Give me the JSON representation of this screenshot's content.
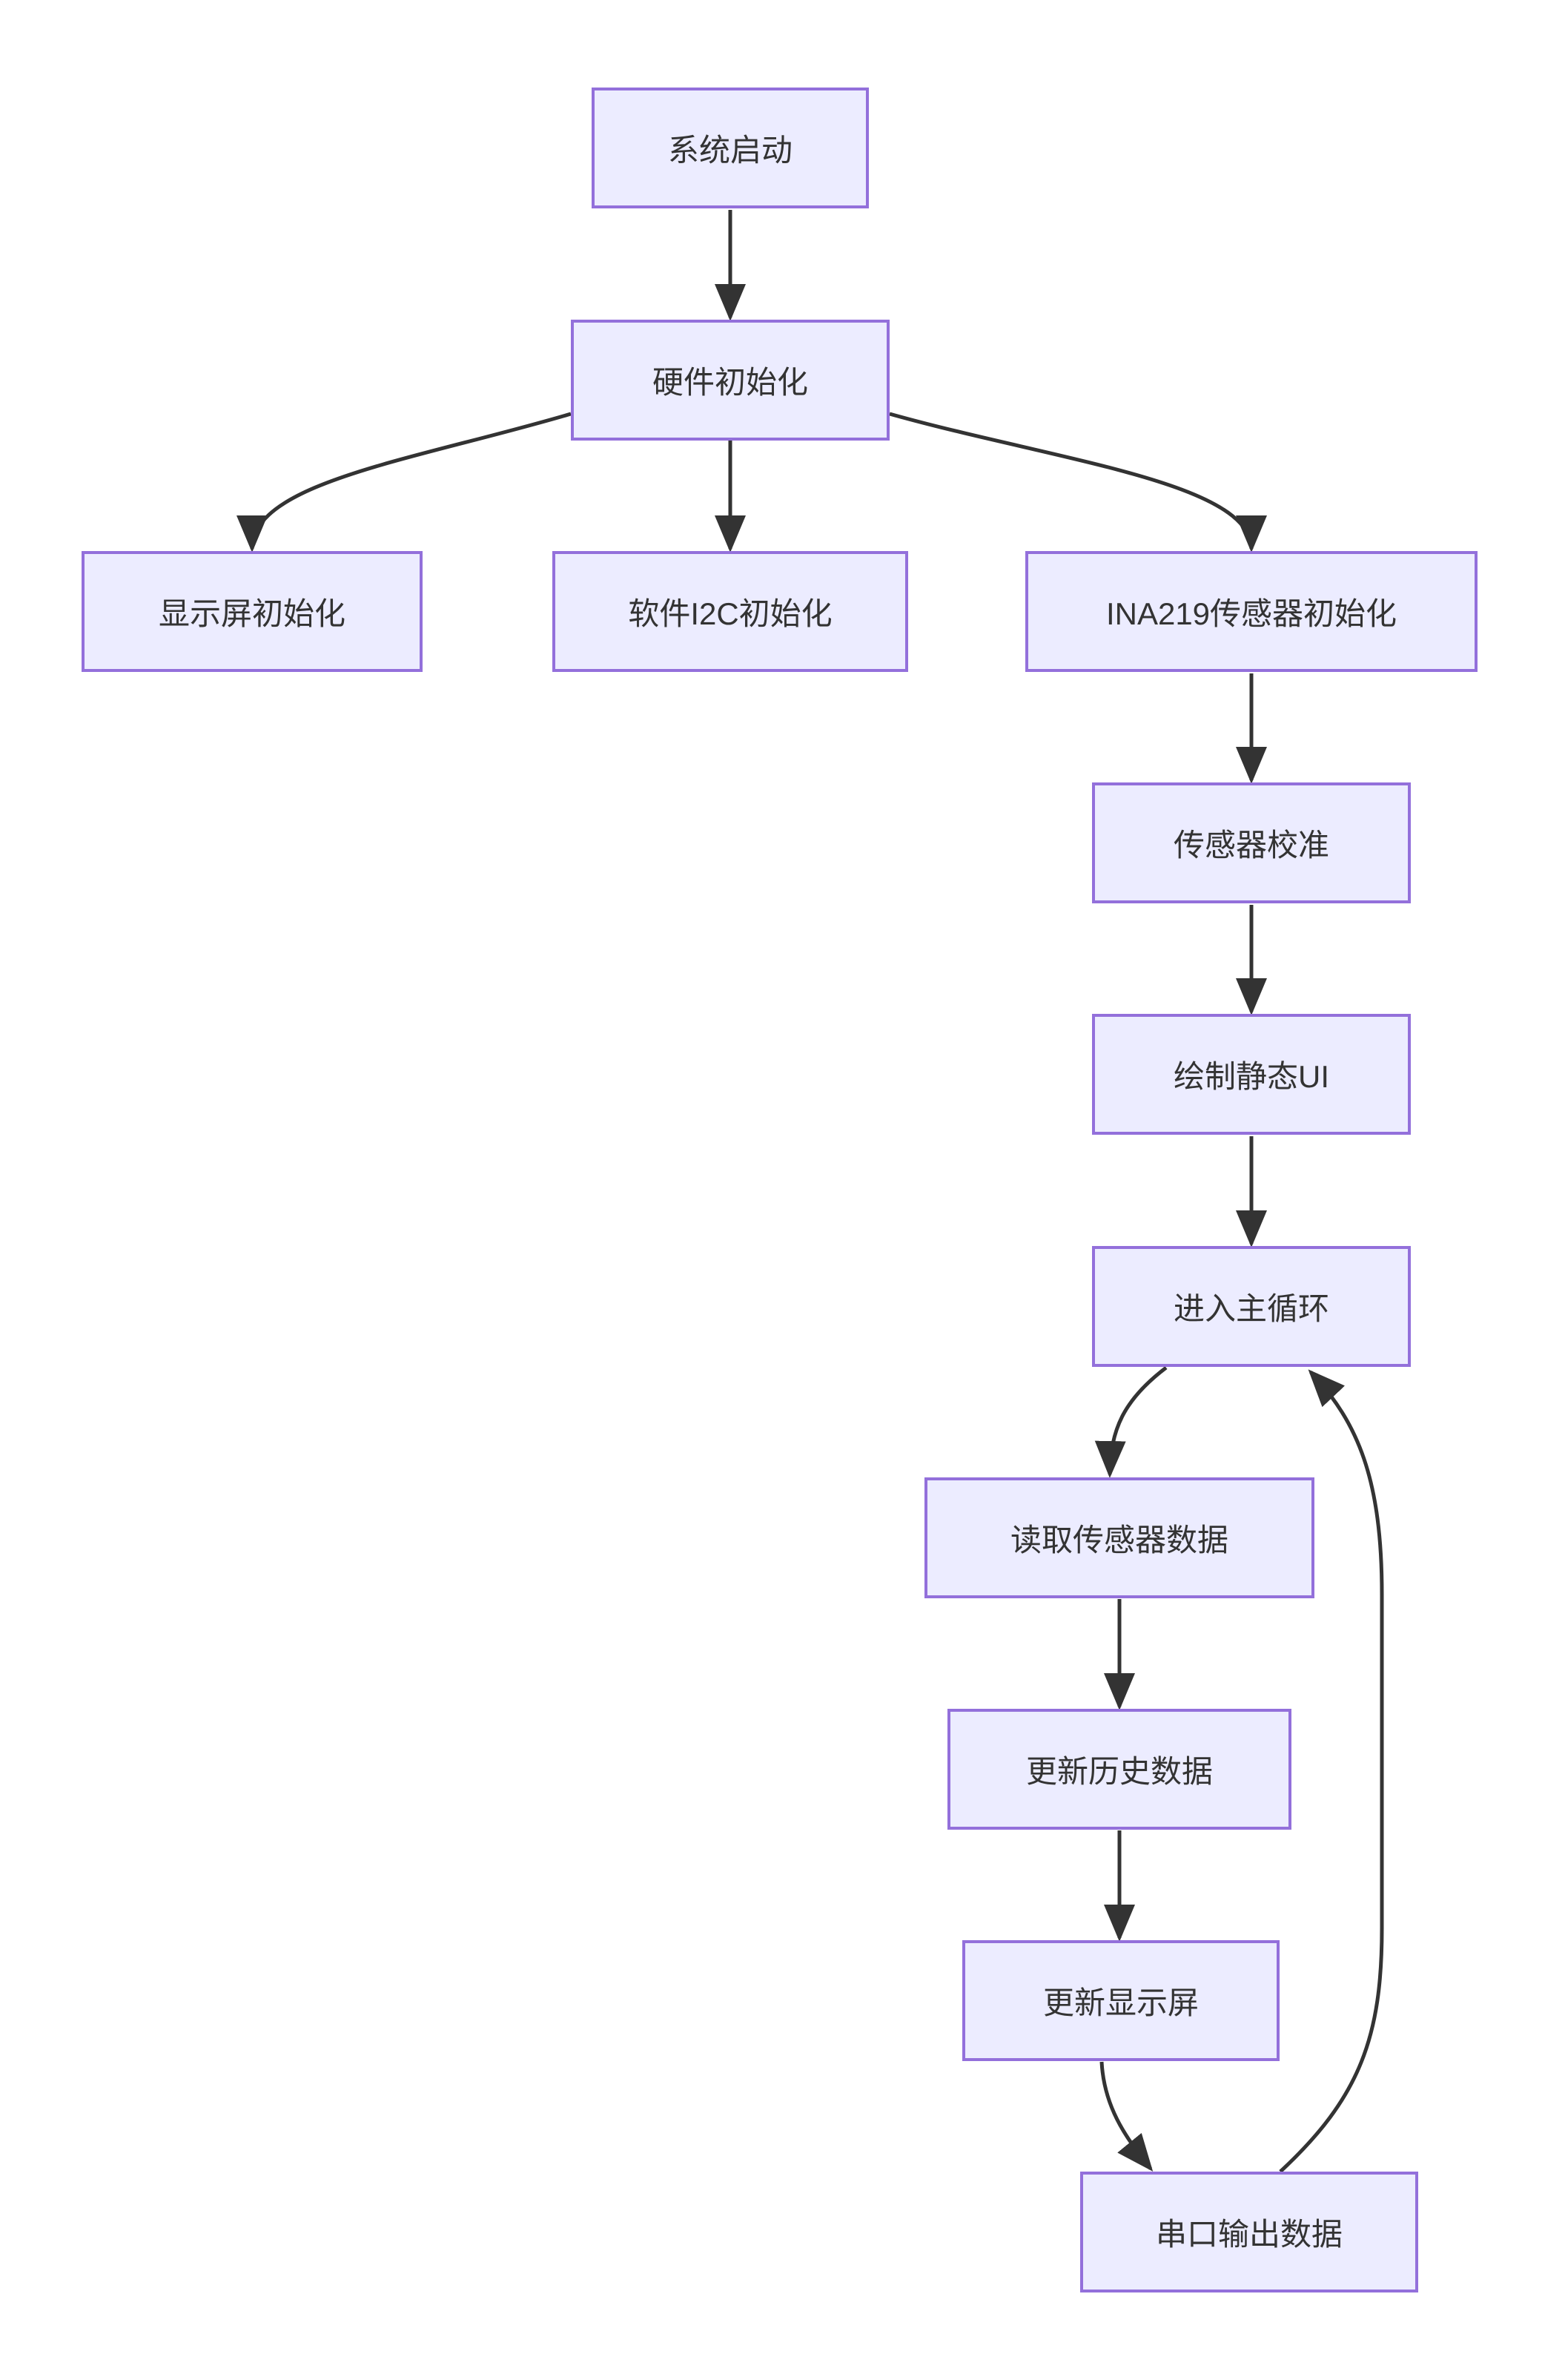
{
  "diagram": {
    "type": "flowchart",
    "direction": "top-down",
    "colors": {
      "background": "#ffffff",
      "node_fill": "#ECECFF",
      "node_border": "#9370DB",
      "edge": "#333333",
      "text": "#333333"
    },
    "nodes": [
      {
        "id": "start",
        "label": "系统启动"
      },
      {
        "id": "hw-init",
        "label": "硬件初始化"
      },
      {
        "id": "display-init",
        "label": "显示屏初始化"
      },
      {
        "id": "i2c-init",
        "label": "软件I2C初始化"
      },
      {
        "id": "ina219-init",
        "label": "INA219传感器初始化"
      },
      {
        "id": "sensor-cal",
        "label": "传感器校准"
      },
      {
        "id": "draw-static-ui",
        "label": "绘制静态UI"
      },
      {
        "id": "main-loop",
        "label": "进入主循环"
      },
      {
        "id": "read-sensor",
        "label": "读取传感器数据"
      },
      {
        "id": "update-history",
        "label": "更新历史数据"
      },
      {
        "id": "update-display",
        "label": "更新显示屏"
      },
      {
        "id": "serial-output",
        "label": "串口输出数据"
      }
    ],
    "edges": [
      {
        "from": "系统启动",
        "to": "硬件初始化"
      },
      {
        "from": "硬件初始化",
        "to": "显示屏初始化"
      },
      {
        "from": "硬件初始化",
        "to": "软件I2C初始化"
      },
      {
        "from": "硬件初始化",
        "to": "INA219传感器初始化"
      },
      {
        "from": "INA219传感器初始化",
        "to": "传感器校准"
      },
      {
        "from": "传感器校准",
        "to": "绘制静态UI"
      },
      {
        "from": "绘制静态UI",
        "to": "进入主循环"
      },
      {
        "from": "进入主循环",
        "to": "读取传感器数据"
      },
      {
        "from": "读取传感器数据",
        "to": "更新历史数据"
      },
      {
        "from": "更新历史数据",
        "to": "更新显示屏"
      },
      {
        "from": "更新显示屏",
        "to": "串口输出数据"
      },
      {
        "from": "串口输出数据",
        "to": "进入主循环"
      }
    ]
  }
}
